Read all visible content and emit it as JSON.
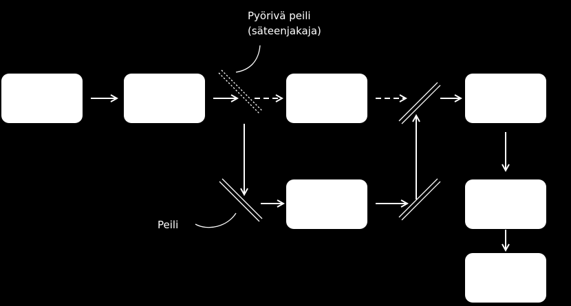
{
  "labels": {
    "rotating_mirror_line1": "Pyörivä peili",
    "rotating_mirror_line2": "(säteenjakaja)",
    "mirror": "Peili"
  },
  "colors": {
    "background": "#000000",
    "foreground": "#ffffff"
  }
}
